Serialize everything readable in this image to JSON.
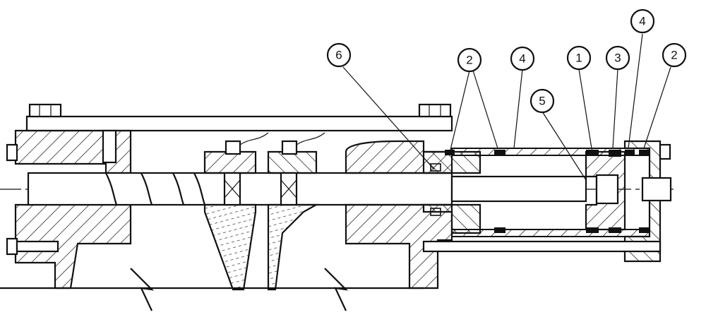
{
  "drawing": {
    "colors": {
      "line": "#111111",
      "background": "#ffffff"
    },
    "callouts": [
      {
        "id": "callout-6",
        "label": "6"
      },
      {
        "id": "callout-2a",
        "label": "2"
      },
      {
        "id": "callout-4a",
        "label": "4"
      },
      {
        "id": "callout-5",
        "label": "5"
      },
      {
        "id": "callout-1",
        "label": "1"
      },
      {
        "id": "callout-3",
        "label": "3"
      },
      {
        "id": "callout-4b",
        "label": "4"
      },
      {
        "id": "callout-2b",
        "label": "2"
      }
    ]
  }
}
